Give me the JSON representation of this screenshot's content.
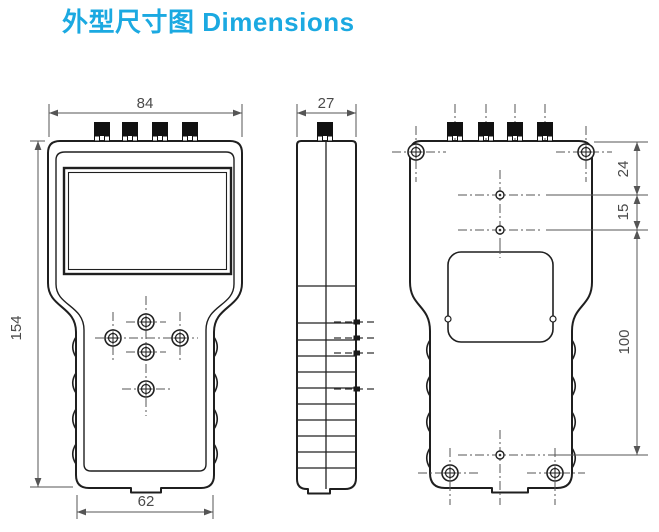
{
  "title": {
    "text": "外型尺寸图 Dimensions"
  },
  "dims": {
    "front_width": "84",
    "side_depth": "27",
    "front_height": "154",
    "front_bottom_width": "62",
    "back_top_to_hole": "24",
    "back_hole_spacing": "15",
    "back_hole_span": "100"
  },
  "colors": {
    "accent": "#1ba9e1",
    "outline": "#1f1f1f",
    "dimension": "#555555",
    "background": "#ffffff"
  }
}
